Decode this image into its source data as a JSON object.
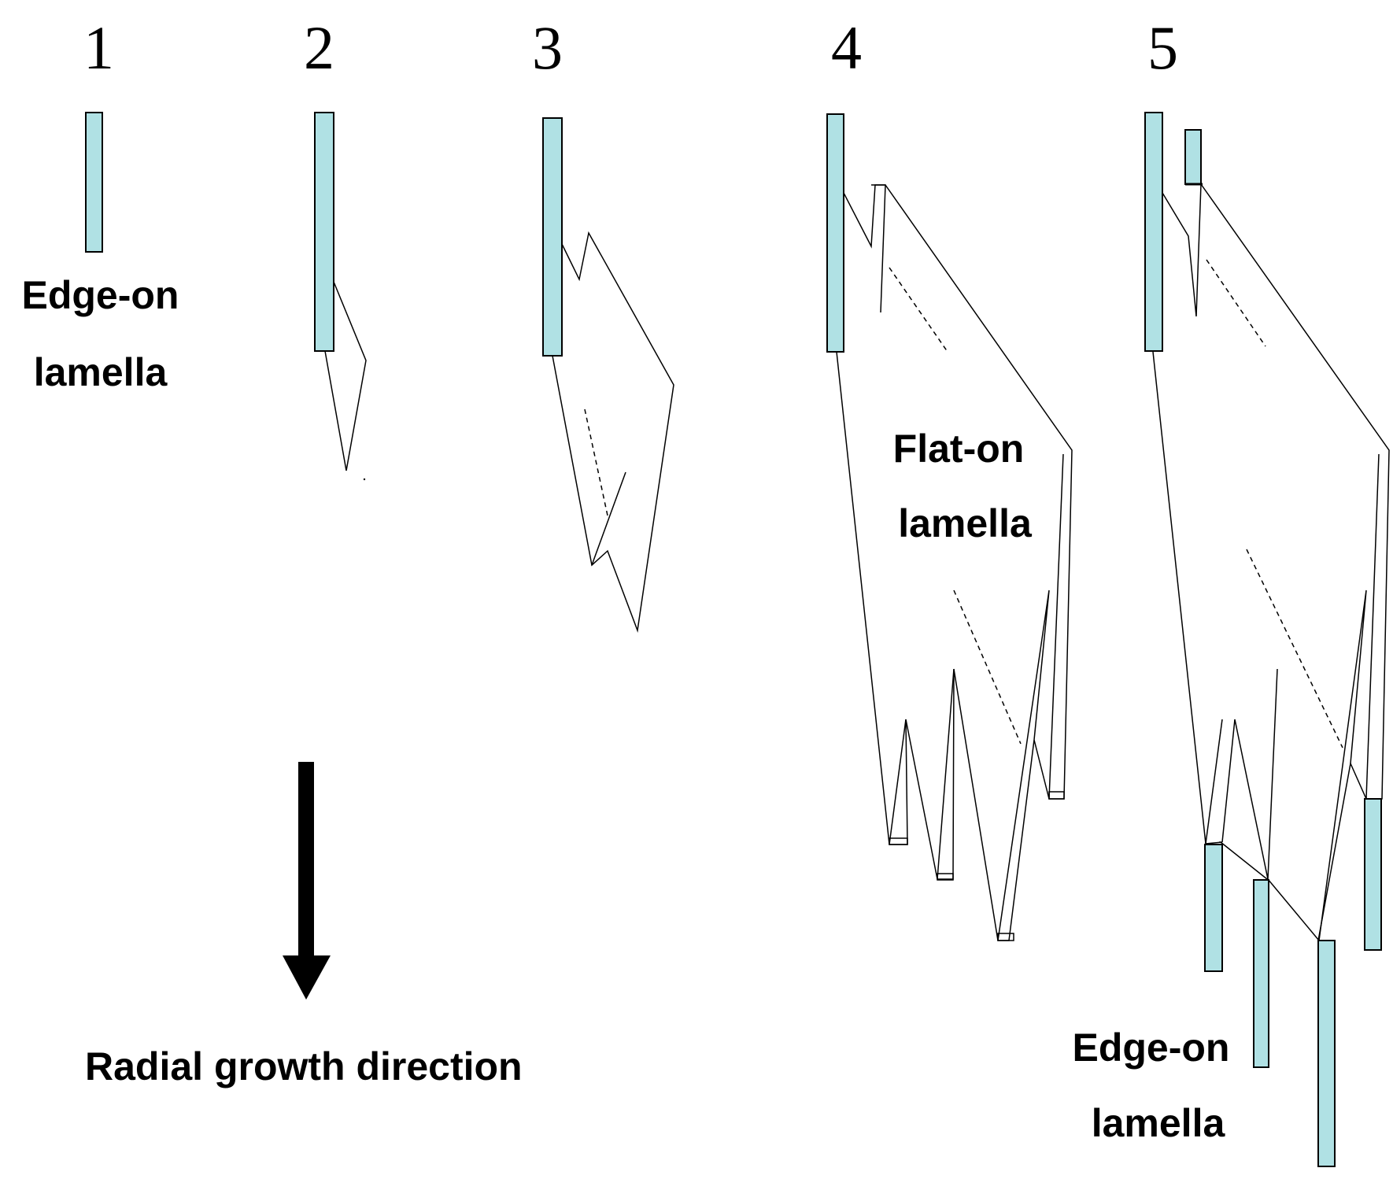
{
  "stages": [
    "1",
    "2",
    "3",
    "4",
    "5"
  ],
  "labels": {
    "edge_on_top": [
      "Edge-on",
      "lamella"
    ],
    "flat_on": [
      "Flat-on",
      "lamella"
    ],
    "edge_on_bottom": [
      "Edge-on",
      "lamella"
    ],
    "arrow": "Radial growth direction"
  },
  "colors": {
    "lamella_fill": "#b0e1e4",
    "line": "#000000"
  }
}
